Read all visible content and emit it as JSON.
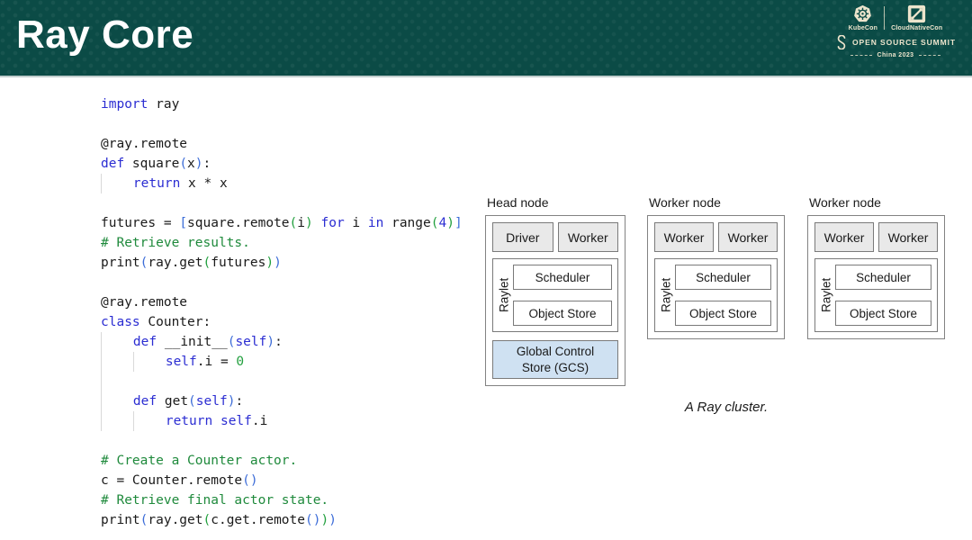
{
  "header": {
    "title": "Ray Core",
    "sponsor": {
      "kubecon_label": "KubeCon",
      "cloudnativecon_label": "CloudNativeCon",
      "summit_label": "OPEN SOURCE SUMMIT",
      "event_label": "China 2023"
    }
  },
  "colors": {
    "header_bg": "#0b4b46",
    "logo_cream": "#ece4cc",
    "code_keyword": "#2b2dd2",
    "code_comment": "#1f8a3c",
    "code_bracket_blue": "#3d6dd8",
    "code_bracket_green": "#23a03f",
    "gcs_fill": "#cfe1f2",
    "process_fill": "#e9e9e9"
  },
  "code": {
    "lines": [
      [
        [
          "k",
          "import"
        ],
        [
          "n",
          " ray"
        ]
      ],
      [],
      [
        [
          "n",
          "@ray.remote"
        ]
      ],
      [
        [
          "k",
          "def"
        ],
        [
          "n",
          " square"
        ],
        [
          "b",
          "("
        ],
        [
          "n",
          "x"
        ],
        [
          "b",
          ")"
        ],
        [
          "n",
          ":"
        ]
      ],
      [
        [
          "gd",
          ""
        ],
        [
          "n",
          "    "
        ],
        [
          "k",
          "return"
        ],
        [
          "n",
          " x * x"
        ]
      ],
      [],
      [
        [
          "n",
          "futures = "
        ],
        [
          "b",
          "["
        ],
        [
          "n",
          "square.remote"
        ],
        [
          "g",
          "("
        ],
        [
          "n",
          "i"
        ],
        [
          "g",
          ")"
        ],
        [
          "n",
          " "
        ],
        [
          "k",
          "for"
        ],
        [
          "n",
          " i "
        ],
        [
          "k",
          "in"
        ],
        [
          "n",
          " range"
        ],
        [
          "g",
          "("
        ],
        [
          "k",
          "4"
        ],
        [
          "g",
          ")"
        ],
        [
          "b",
          "]"
        ]
      ],
      [
        [
          "c",
          "# Retrieve results."
        ]
      ],
      [
        [
          "n",
          "print"
        ],
        [
          "b",
          "("
        ],
        [
          "n",
          "ray.get"
        ],
        [
          "g",
          "("
        ],
        [
          "n",
          "futures"
        ],
        [
          "g",
          ")"
        ],
        [
          "b",
          ")"
        ]
      ],
      [],
      [
        [
          "n",
          "@ray.remote"
        ]
      ],
      [
        [
          "k",
          "class"
        ],
        [
          "n",
          " Counter:"
        ]
      ],
      [
        [
          "gd",
          ""
        ],
        [
          "n",
          "    "
        ],
        [
          "k",
          "def"
        ],
        [
          "n",
          " __init__"
        ],
        [
          "b",
          "("
        ],
        [
          "k",
          "self"
        ],
        [
          "b",
          ")"
        ],
        [
          "n",
          ":"
        ]
      ],
      [
        [
          "gd",
          ""
        ],
        [
          "n",
          "    "
        ],
        [
          "gd",
          ""
        ],
        [
          "n",
          "    "
        ],
        [
          "k",
          "self"
        ],
        [
          "n",
          ".i = "
        ],
        [
          "g",
          "0"
        ]
      ],
      [
        [
          "gd",
          ""
        ]
      ],
      [
        [
          "gd",
          ""
        ],
        [
          "n",
          "    "
        ],
        [
          "k",
          "def"
        ],
        [
          "n",
          " get"
        ],
        [
          "b",
          "("
        ],
        [
          "k",
          "self"
        ],
        [
          "b",
          ")"
        ],
        [
          "n",
          ":"
        ]
      ],
      [
        [
          "gd",
          ""
        ],
        [
          "n",
          "    "
        ],
        [
          "gd",
          ""
        ],
        [
          "n",
          "    "
        ],
        [
          "k",
          "return"
        ],
        [
          "n",
          " "
        ],
        [
          "k",
          "self"
        ],
        [
          "n",
          ".i"
        ]
      ],
      [],
      [
        [
          "c",
          "# Create a Counter actor."
        ]
      ],
      [
        [
          "n",
          "c = Counter.remote"
        ],
        [
          "b",
          "("
        ],
        [
          "b",
          ")"
        ]
      ],
      [
        [
          "c",
          "# Retrieve final actor state."
        ]
      ],
      [
        [
          "n",
          "print"
        ],
        [
          "b",
          "("
        ],
        [
          "n",
          "ray.get"
        ],
        [
          "g",
          "("
        ],
        [
          "n",
          "c.get.remote"
        ],
        [
          "b",
          "("
        ],
        [
          "b",
          ")"
        ],
        [
          "g",
          ")"
        ],
        [
          "b",
          ")"
        ]
      ]
    ]
  },
  "diagram": {
    "caption": "A Ray cluster.",
    "nodes": [
      {
        "title": "Head node",
        "processes": [
          "Driver",
          "Worker"
        ],
        "raylet": "Raylet",
        "components": [
          "Scheduler",
          "Object Store"
        ],
        "gcs": "Global Control Store (GCS)"
      },
      {
        "title": "Worker node",
        "processes": [
          "Worker",
          "Worker"
        ],
        "raylet": "Raylet",
        "components": [
          "Scheduler",
          "Object Store"
        ]
      },
      {
        "title": "Worker node",
        "processes": [
          "Worker",
          "Worker"
        ],
        "raylet": "Raylet",
        "components": [
          "Scheduler",
          "Object Store"
        ]
      }
    ]
  }
}
